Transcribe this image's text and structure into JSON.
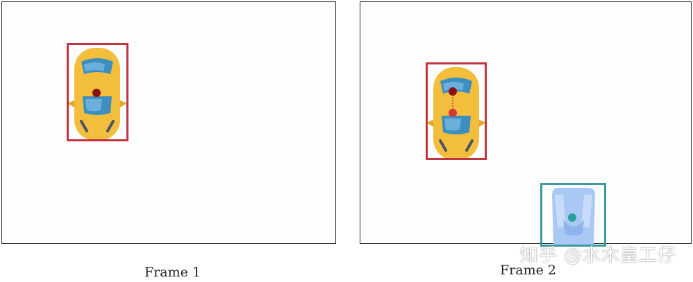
{
  "frames": [
    {
      "caption": "Frame 1"
    },
    {
      "caption": "Frame 2"
    }
  ],
  "watermark": "知乎 @水木皇工仔",
  "colors": {
    "car_bbox": "#c0343f",
    "pedestrian_bbox": "#3a9aa0",
    "car_body": "#f4be3d",
    "car_glass": "#3d8fc0",
    "car_center_prev": "#8b1010",
    "car_center_curr": "#d23a3a",
    "pedestrian_fill": "#a9c8f4",
    "pedestrian_center": "#2a9e9c"
  },
  "icons": [
    "car-topdown-icon",
    "pedestrian-topdown-icon"
  ]
}
